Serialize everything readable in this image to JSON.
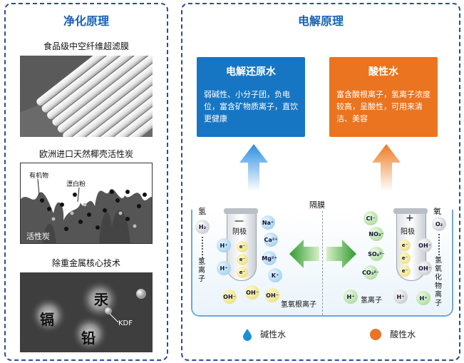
{
  "left": {
    "title": "净化原理",
    "sections": [
      {
        "caption": "食品级中空纤维超滤膜"
      },
      {
        "caption": "欧洲进口天然椰壳活性炭",
        "labels": [
          "有机物",
          "漂白粉",
          "活性炭"
        ]
      },
      {
        "caption": "除重金属核心技术",
        "labels": [
          "汞",
          "镉",
          "铅",
          "KDF"
        ]
      }
    ]
  },
  "right": {
    "title": "电解原理",
    "box_alkaline": {
      "title": "电解还原水",
      "text": "弱碱性、小分子团，负电位，富含矿物质离子，直饮更健康",
      "color": "#1776c4"
    },
    "box_acid": {
      "title": "酸性水",
      "text": "富含酸根离子，氢离子浓度较高，呈酸性，可用来清洁、美容",
      "color": "#ea741f"
    },
    "membrane_label": "隔膜",
    "cathode_label": "阴极",
    "cathode_sign": "一",
    "anode_label": "阳极",
    "anode_sign": "+",
    "left_labels": {
      "top": "氢",
      "bottom": "氢离子"
    },
    "right_labels": {
      "top": "氧",
      "bottom": "氢氧化物离子"
    },
    "hydroxide_label": "氢氧根离子",
    "hydrogen_ion_label": "氢离子",
    "legend": [
      {
        "label": "碱性水",
        "color": "#1a8fd8"
      },
      {
        "label": "酸性水",
        "color": "#e8742a"
      }
    ]
  },
  "ions": {
    "h2": "H₂",
    "hplus": "H⁺",
    "eminus": "e⁻",
    "oh": "OH⁻",
    "na": "Na⁺",
    "ca": "Ca²⁺",
    "mg": "Mg²⁺",
    "k": "K⁺",
    "cl": "Cl⁻",
    "no3": "NO₃⁻",
    "so4": "SO₄²⁻",
    "co3": "CO₃²⁻",
    "o2": "O₂"
  }
}
